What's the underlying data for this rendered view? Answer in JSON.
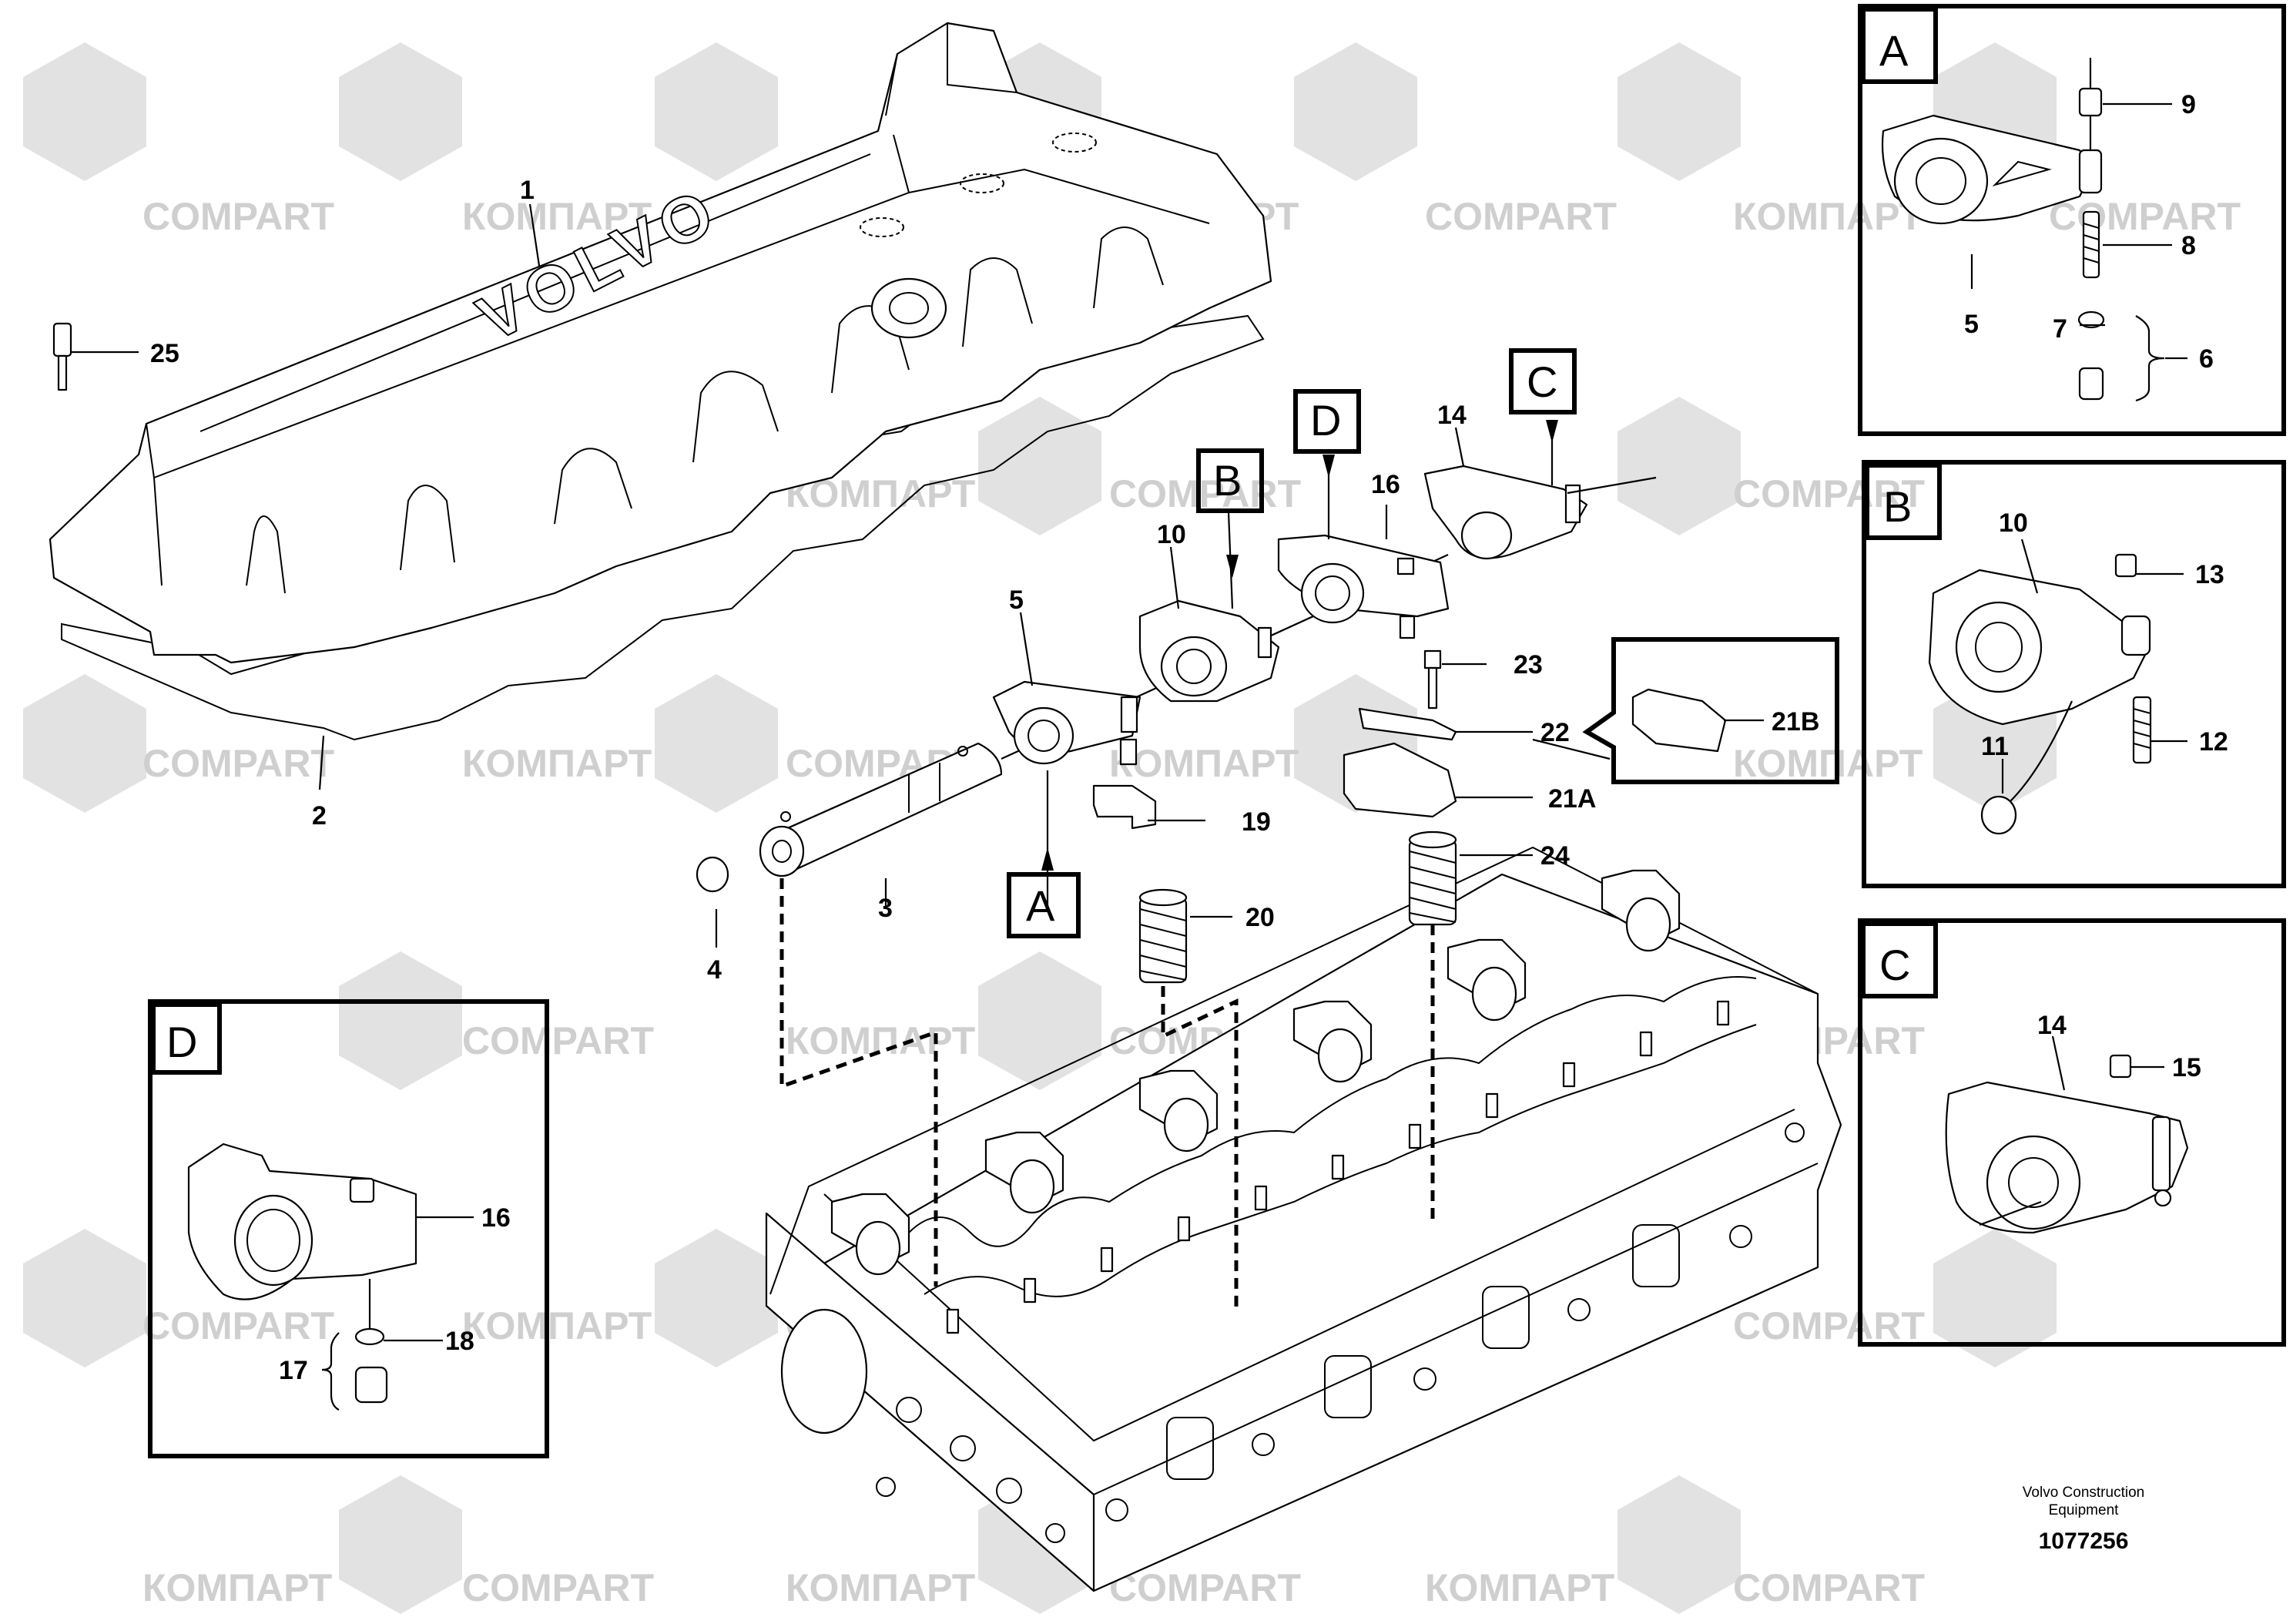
{
  "watermark": {
    "latin": "COMPART",
    "cyrillic": "КОМПАРТ"
  },
  "callouts": {
    "c1": "1",
    "c2": "2",
    "c3": "3",
    "c4": "4",
    "c5": "5",
    "c10": "10",
    "c14": "14",
    "c16": "16",
    "c19": "19",
    "c20": "20",
    "c21a": "21A",
    "c21b": "21B",
    "c22": "22",
    "c23": "23",
    "c24": "24",
    "c25": "25"
  },
  "view_tags": {
    "a": "A",
    "b": "B",
    "c": "C",
    "d": "D"
  },
  "cover_logo": "VOLVO",
  "detail_a": {
    "label": "A",
    "parts": [
      "9",
      "8",
      "5",
      "7",
      "6"
    ]
  },
  "detail_b": {
    "label": "B",
    "parts": [
      "10",
      "13",
      "11",
      "12"
    ]
  },
  "detail_c": {
    "label": "C",
    "parts": [
      "14",
      "15"
    ]
  },
  "detail_d": {
    "label": "D",
    "parts": [
      "16",
      "18",
      "17"
    ]
  },
  "footer": {
    "company_line1": "Volvo Construction",
    "company_line2": "Equipment",
    "drawing_number": "1077256"
  }
}
